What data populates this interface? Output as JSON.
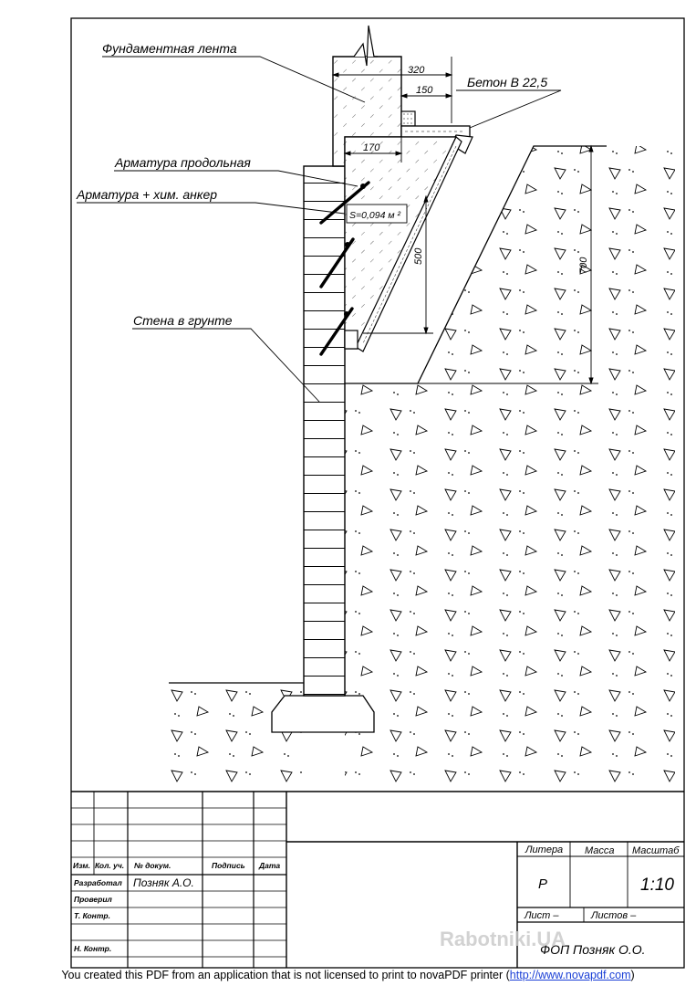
{
  "labels": {
    "foundation_strip": "Фундаментная лента",
    "concrete": "Бетон В 22,5",
    "longitudinal_rebar": "Арматура продольная",
    "rebar_anchor": "Арматура + хим. анкер",
    "wall_in_ground": "Стена в грунте"
  },
  "dimensions": {
    "width_320": "320",
    "width_150": "150",
    "width_170": "170",
    "height_500": "500",
    "height_700": "700",
    "area": "S=0,094 м ²"
  },
  "title_block": {
    "col_headers": [
      "Изм.",
      "Кол. уч.",
      "№ докум.",
      "Подпись",
      "Дата"
    ],
    "rows": [
      {
        "role": "Разработал",
        "name": "Позняк А.О."
      },
      {
        "role": "Проверил",
        "name": ""
      },
      {
        "role": "Т. Контр.",
        "name": ""
      },
      {
        "role": "",
        "name": ""
      },
      {
        "role": "Н. Контр.",
        "name": ""
      }
    ],
    "litera_label": "Литера",
    "mass_label": "Масса",
    "scale_label": "Масштаб",
    "litera_value": "Р",
    "scale_value": "1:10",
    "sheet_label": "Лист –",
    "sheets_label": "Листов –",
    "org": "ФОП Позняк О.О."
  },
  "watermark": "Rabotniki.UA",
  "footer": {
    "text_before": "You created this PDF from an application that is not licensed to print to novaPDF printer (",
    "link": "http://www.novapdf.com",
    "text_after": ")"
  }
}
